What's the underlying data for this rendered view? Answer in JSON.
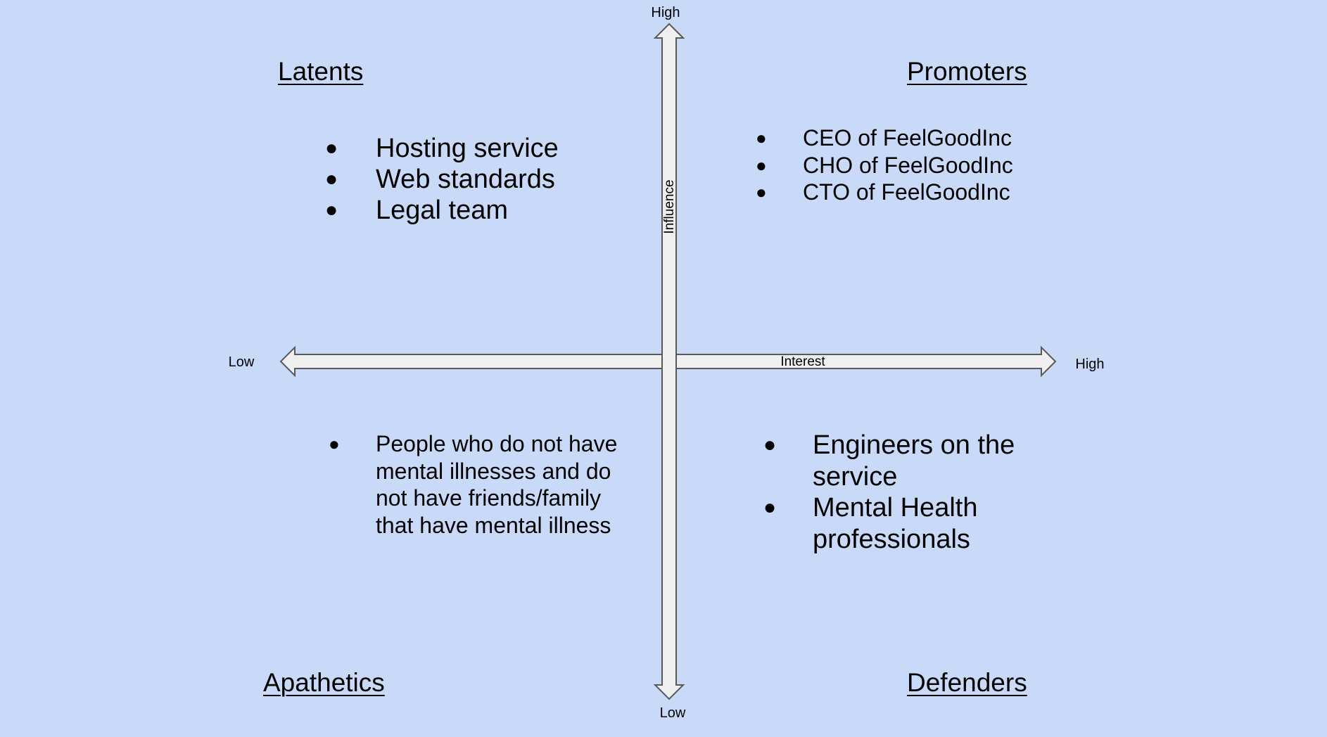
{
  "quadrants": {
    "latents": {
      "title": "Latents",
      "items": [
        "Hosting service",
        "Web standards",
        "Legal team"
      ]
    },
    "promoters": {
      "title": "Promoters",
      "items": [
        "CEO of FeelGoodInc",
        "CHO of FeelGoodInc",
        "CTO of FeelGoodInc"
      ]
    },
    "apathetics": {
      "title": "Apathetics",
      "items": [
        "People who do not have mental illnesses and do not have friends/family that have mental illness"
      ]
    },
    "defenders": {
      "title": "Defenders",
      "items": [
        "Engineers on the service",
        "Mental Health professionals"
      ]
    }
  },
  "axes": {
    "x": {
      "label": "Interest",
      "low": "Low",
      "high": "High"
    },
    "y": {
      "label": "Influence",
      "low": "Low",
      "high": "High"
    }
  },
  "colors": {
    "background": "#c9daf8",
    "arrow_fill": "#efefef",
    "arrow_stroke": "#595959"
  }
}
